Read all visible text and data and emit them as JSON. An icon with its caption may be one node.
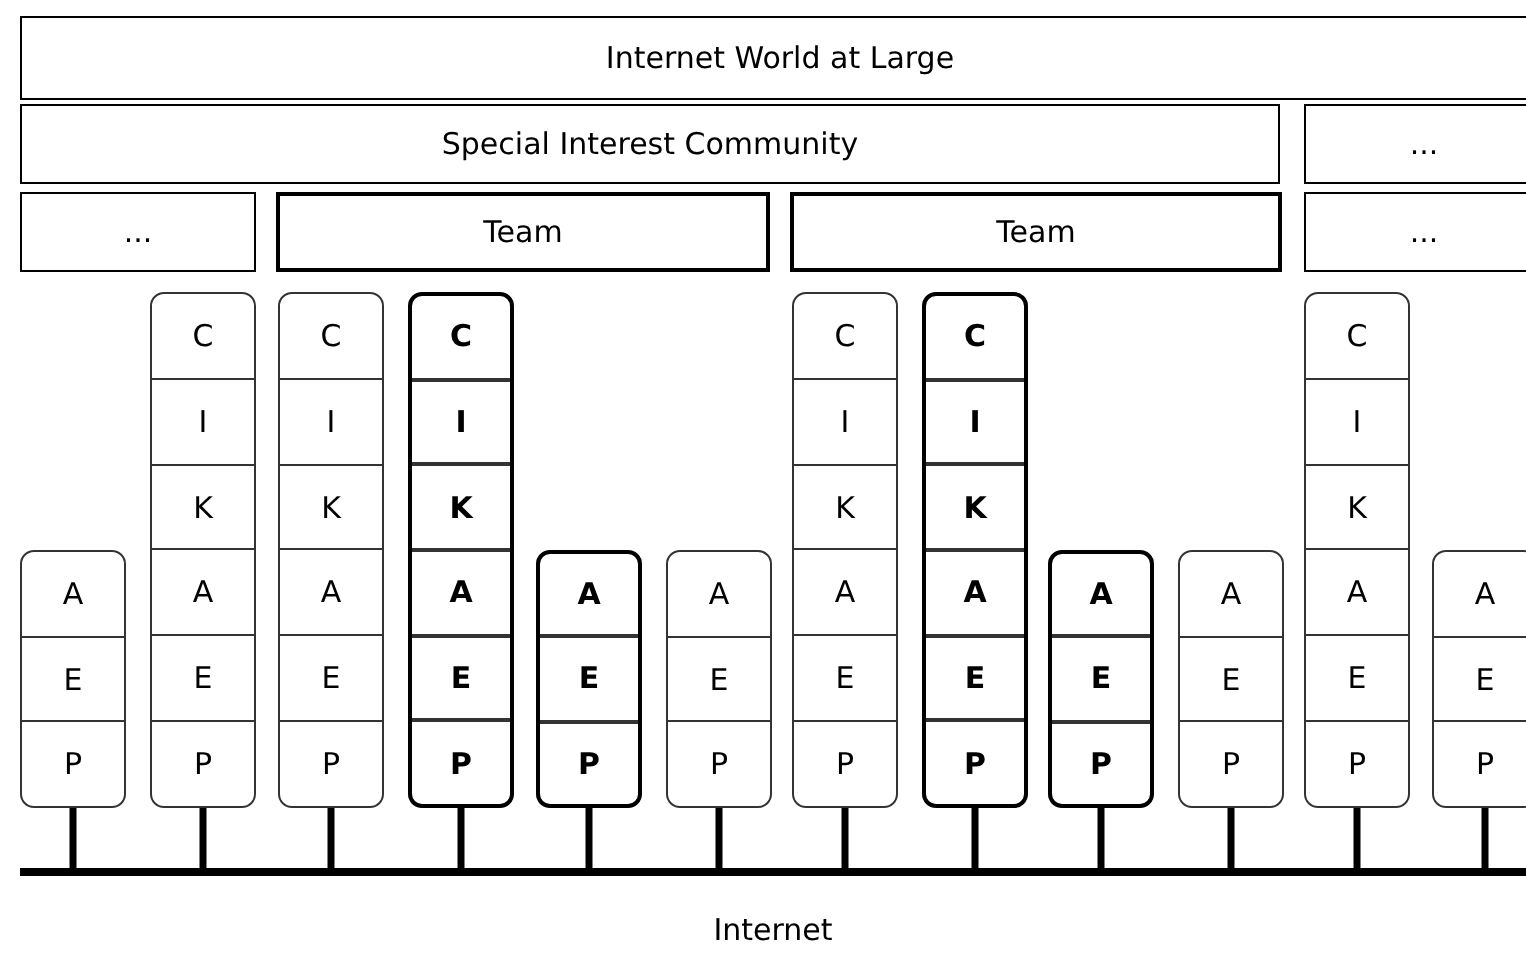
{
  "diagram": {
    "nodes": [
      {
        "text": [
          "Internet World at Large"
        ]
      },
      {
        "text": [
          "Special Interest Community"
        ]
      },
      {
        "text": [
          "..."
        ]
      },
      {
        "text": [
          "..."
        ]
      },
      {
        "text": [
          "Team"
        ]
      },
      {
        "text": [
          "Team"
        ]
      },
      {
        "text": [
          "..."
        ]
      },
      {
        "text": [
          "A",
          "E",
          "P"
        ]
      },
      {
        "text": [
          "C",
          "I",
          "K",
          "A",
          "E",
          "P"
        ]
      },
      {
        "text": [
          "C",
          "I",
          "K",
          "A",
          "E",
          "P"
        ]
      },
      {
        "text": [
          "C",
          "I",
          "K",
          "A",
          "E",
          "P"
        ]
      },
      {
        "text": [
          "A",
          "E",
          "P"
        ]
      },
      {
        "text": [
          "A",
          "E",
          "P"
        ]
      },
      {
        "text": [
          "C",
          "I",
          "K",
          "A",
          "E",
          "P"
        ]
      },
      {
        "text": [
          "C",
          "I",
          "K",
          "A",
          "E",
          "P"
        ]
      },
      {
        "text": [
          "A",
          "E",
          "P"
        ]
      },
      {
        "text": [
          "A",
          "E",
          "P"
        ]
      },
      {
        "text": [
          "C",
          "I",
          "K",
          "A",
          "E",
          "P"
        ]
      },
      {
        "text": [
          "A",
          "E",
          "P"
        ]
      },
      {
        "text": [],
        "shape": "bar",
        "beside": [
          "Internet"
        ]
      }
    ],
    "edges": [
      {
        "from": 7,
        "to": 19,
        "arrow": "none"
      },
      {
        "from": 8,
        "to": 19,
        "arrow": "none"
      },
      {
        "from": 9,
        "to": 19,
        "arrow": "none"
      },
      {
        "from": 10,
        "to": 19,
        "arrow": "none"
      },
      {
        "from": 11,
        "to": 19,
        "arrow": "none"
      },
      {
        "from": 12,
        "to": 19,
        "arrow": "none"
      },
      {
        "from": 13,
        "to": 19,
        "arrow": "none"
      },
      {
        "from": 14,
        "to": 19,
        "arrow": "none"
      },
      {
        "from": 15,
        "to": 19,
        "arrow": "none"
      },
      {
        "from": 16,
        "to": 19,
        "arrow": "none"
      },
      {
        "from": 17,
        "to": 19,
        "arrow": "none"
      },
      {
        "from": 18,
        "to": 19,
        "arrow": "none"
      }
    ]
  }
}
